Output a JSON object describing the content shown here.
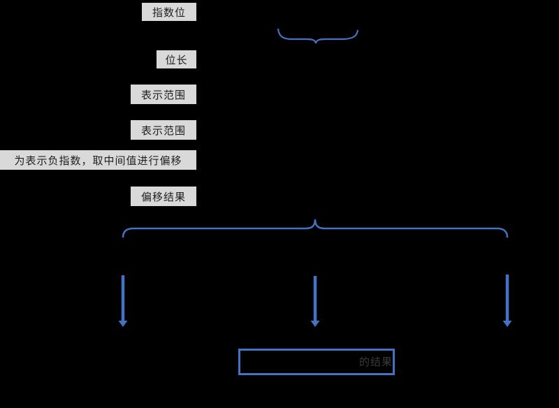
{
  "colors": {
    "background": "#000000",
    "label_box_bg": "#d9d9d9",
    "label_text": "#1f1f1f",
    "accent_blue": "#4472c4",
    "faint_text": "#3a3a3a"
  },
  "labels": {
    "exponent_bits": "指数位",
    "bit_length": "位长",
    "range_top": "表示范围",
    "range_bottom": "表示范围",
    "offset_note": "为表示负指数，取中间值进行偏移",
    "offset_result": "偏移结果"
  },
  "result_box": {
    "faint_text": "的结果"
  },
  "shapes": {
    "small_brace": "underbrace-pointing-down",
    "big_brace": "split-brace-pointing-up",
    "arrows": [
      "down-arrow-left",
      "down-arrow-center",
      "down-arrow-right"
    ],
    "outline_box": "result-rectangle-outline"
  }
}
